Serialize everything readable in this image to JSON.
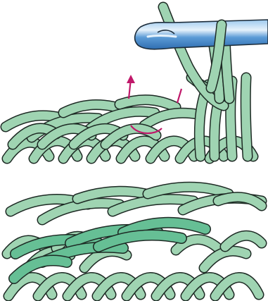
{
  "figure": {
    "panels": [
      {
        "id": "top",
        "description_name": "crochet-hook-inserting-into-stitch"
      },
      {
        "id": "bottom",
        "description_name": "completed-stitch-row"
      }
    ],
    "colors": {
      "yarn": "#9fd4b2",
      "yarn_dark": "#66bf95",
      "yarn_outline": "#1d2a24",
      "hook_main": "#4a8fd0",
      "hook_highlight": "#cfe6f7",
      "hook_outline": "#1c2c3a",
      "arrow": "#c0186a",
      "background": "#ffffff"
    },
    "icons": [
      "crochet-hook-icon",
      "direction-arrow-icon"
    ]
  }
}
